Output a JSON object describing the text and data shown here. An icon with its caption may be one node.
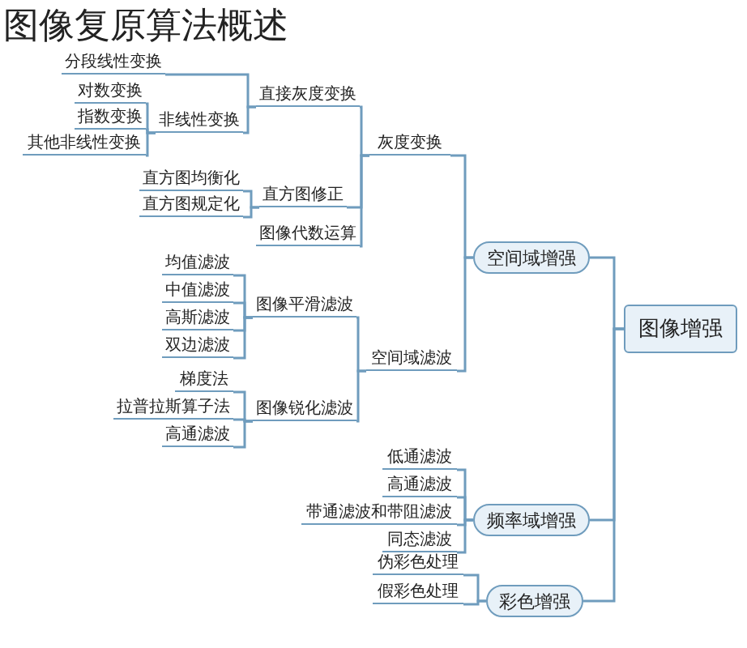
{
  "diagram": {
    "title": "图像复原算法概述",
    "nodes": [
      {
        "text": [
          "图像增强"
        ]
      },
      {
        "text": [
          "空间域增强"
        ]
      },
      {
        "text": [
          "灰度变换"
        ]
      },
      {
        "text": [
          "直接灰度变换"
        ]
      },
      {
        "text": [
          "分段线性变换"
        ]
      },
      {
        "text": [
          "非线性变换"
        ]
      },
      {
        "text": [
          "对数变换"
        ]
      },
      {
        "text": [
          "指数变换"
        ]
      },
      {
        "text": [
          "其他非线性变换"
        ]
      },
      {
        "text": [
          "直方图修正"
        ]
      },
      {
        "text": [
          "直方图均衡化"
        ]
      },
      {
        "text": [
          "直方图规定化"
        ]
      },
      {
        "text": [
          "图像代数运算"
        ]
      },
      {
        "text": [
          "空间域滤波"
        ]
      },
      {
        "text": [
          "图像平滑滤波"
        ]
      },
      {
        "text": [
          "均值滤波"
        ]
      },
      {
        "text": [
          "中值滤波"
        ]
      },
      {
        "text": [
          "高斯滤波"
        ]
      },
      {
        "text": [
          "双边滤波"
        ]
      },
      {
        "text": [
          "图像锐化滤波"
        ]
      },
      {
        "text": [
          "梯度法"
        ]
      },
      {
        "text": [
          "拉普拉斯算子法"
        ]
      },
      {
        "text": [
          "高通滤波"
        ]
      },
      {
        "text": [
          "频率域增强"
        ]
      },
      {
        "text": [
          "低通滤波"
        ]
      },
      {
        "text": [
          "高通滤波"
        ]
      },
      {
        "text": [
          "带通滤波和带阻滤波"
        ]
      },
      {
        "text": [
          "同态滤波"
        ]
      },
      {
        "text": [
          "彩色增强"
        ]
      },
      {
        "text": [
          "伪彩色处理"
        ]
      },
      {
        "text": [
          "假彩色处理"
        ]
      }
    ],
    "edges": [
      {
        "from": 0,
        "to": 1,
        "arrow": "none"
      },
      {
        "from": 0,
        "to": 23,
        "arrow": "none"
      },
      {
        "from": 0,
        "to": 28,
        "arrow": "none"
      },
      {
        "from": 1,
        "to": 2,
        "arrow": "none"
      },
      {
        "from": 1,
        "to": 13,
        "arrow": "none"
      },
      {
        "from": 2,
        "to": 3,
        "arrow": "none"
      },
      {
        "from": 2,
        "to": 9,
        "arrow": "none"
      },
      {
        "from": 2,
        "to": 12,
        "arrow": "none"
      },
      {
        "from": 3,
        "to": 4,
        "arrow": "none"
      },
      {
        "from": 3,
        "to": 5,
        "arrow": "none"
      },
      {
        "from": 5,
        "to": 6,
        "arrow": "none"
      },
      {
        "from": 5,
        "to": 7,
        "arrow": "none"
      },
      {
        "from": 5,
        "to": 8,
        "arrow": "none"
      },
      {
        "from": 9,
        "to": 10,
        "arrow": "none"
      },
      {
        "from": 9,
        "to": 11,
        "arrow": "none"
      },
      {
        "from": 13,
        "to": 14,
        "arrow": "none"
      },
      {
        "from": 13,
        "to": 19,
        "arrow": "none"
      },
      {
        "from": 14,
        "to": 15,
        "arrow": "none"
      },
      {
        "from": 14,
        "to": 16,
        "arrow": "none"
      },
      {
        "from": 14,
        "to": 17,
        "arrow": "none"
      },
      {
        "from": 14,
        "to": 18,
        "arrow": "none"
      },
      {
        "from": 19,
        "to": 20,
        "arrow": "none"
      },
      {
        "from": 19,
        "to": 21,
        "arrow": "none"
      },
      {
        "from": 19,
        "to": 22,
        "arrow": "none"
      },
      {
        "from": 23,
        "to": 24,
        "arrow": "none"
      },
      {
        "from": 23,
        "to": 25,
        "arrow": "none"
      },
      {
        "from": 23,
        "to": 26,
        "arrow": "none"
      },
      {
        "from": 23,
        "to": 27,
        "arrow": "none"
      },
      {
        "from": 28,
        "to": 29,
        "arrow": "none"
      },
      {
        "from": 28,
        "to": 30,
        "arrow": "none"
      }
    ]
  }
}
